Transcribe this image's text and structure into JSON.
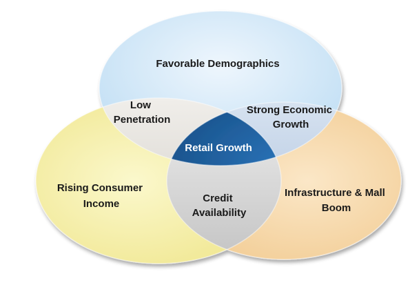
{
  "diagram": {
    "type": "venn",
    "circles": [
      {
        "id": "top",
        "label": [
          "Favorable Demographics"
        ],
        "color": "#cfe6f7"
      },
      {
        "id": "left",
        "label": [
          "Rising Consumer",
          "Income"
        ],
        "color": "#f6f0a4"
      },
      {
        "id": "right",
        "label": [
          "Infrastructure & Mall",
          "Boom"
        ],
        "color": "#f6d7a8"
      }
    ],
    "overlaps": [
      {
        "id": "top-left",
        "label": [
          "Low",
          "Penetration"
        ],
        "color": "#dedbd6"
      },
      {
        "id": "top-right",
        "label": [
          "Strong Economic",
          "Growth"
        ],
        "color": "#c3d2e6"
      },
      {
        "id": "left-right",
        "label": [
          "Credit",
          "Availability"
        ],
        "color": "#d9d9d9"
      }
    ],
    "center": {
      "label": [
        "Retail Growth"
      ],
      "color": "#1f5fa0"
    }
  }
}
